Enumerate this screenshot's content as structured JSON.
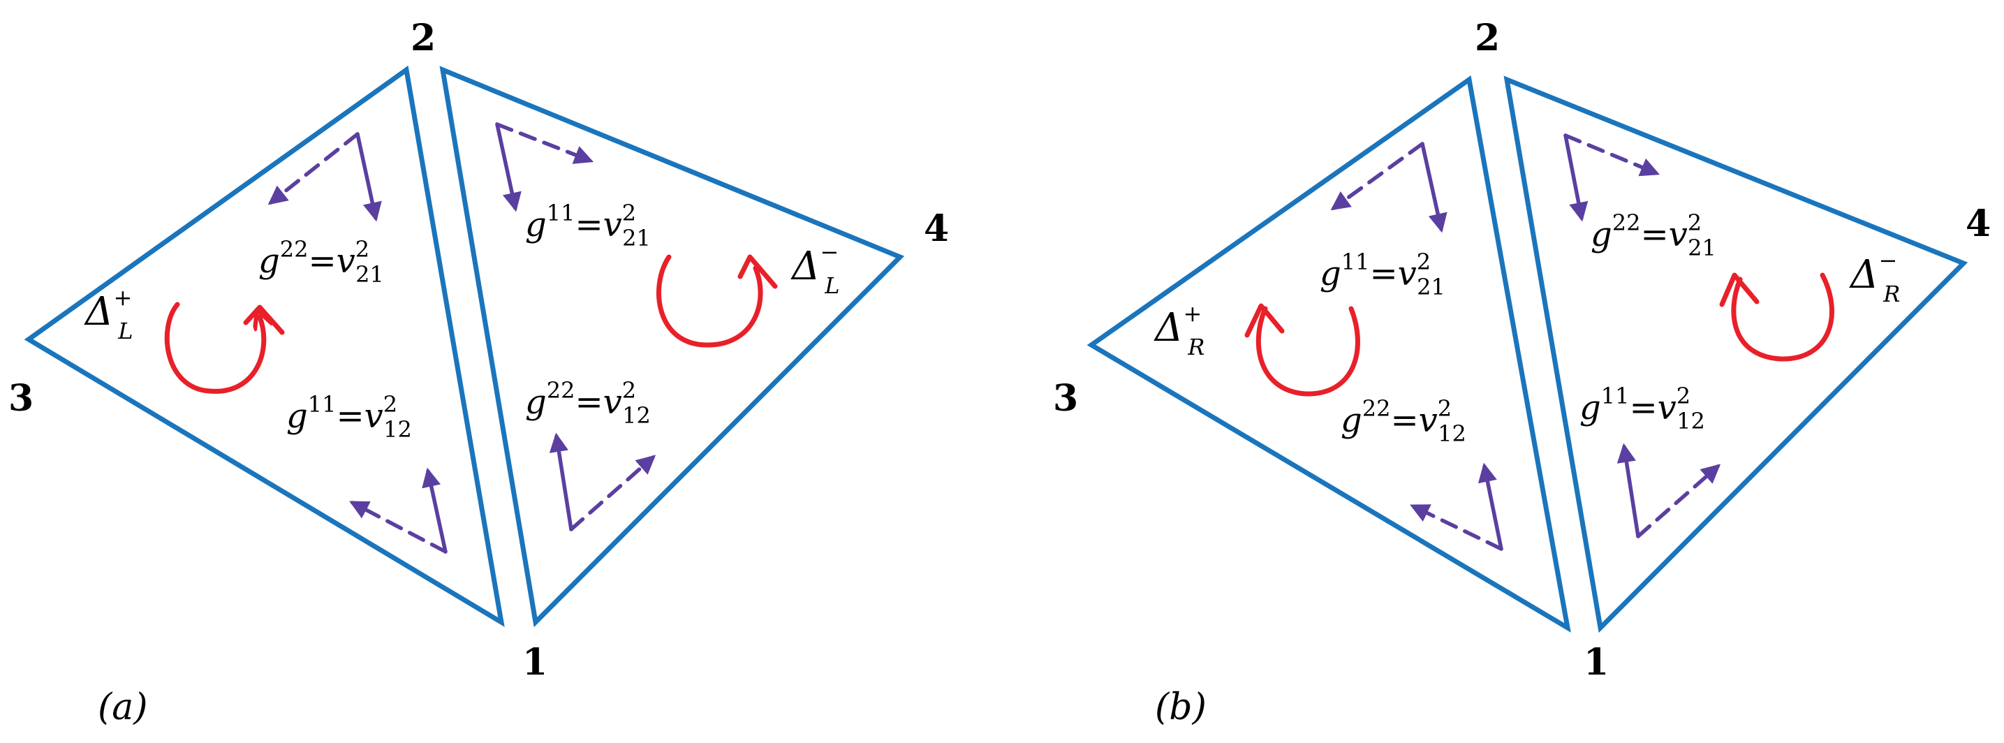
{
  "colors": {
    "triangle_edge": "#1a75bc",
    "arrow": "#5b3fa0",
    "circulation": "#e8202a",
    "text": "#000000"
  },
  "panel_a": {
    "label": "(a)",
    "vertex_labels": {
      "v1": "1",
      "v2": "2",
      "v3": "3",
      "v4": "4"
    },
    "left_triangle": {
      "delta": {
        "symbol": "Δ",
        "sup": "+",
        "sub": "L"
      },
      "upper_metric": {
        "g": "g",
        "g_sup": "22",
        "eq": "=",
        "v": "v",
        "v_sup": "2",
        "v_sub": "21"
      },
      "lower_metric": {
        "g": "g",
        "g_sup": "11",
        "eq": "=",
        "v": "v",
        "v_sup": "2",
        "v_sub": "12"
      }
    },
    "right_triangle": {
      "delta": {
        "symbol": "Δ",
        "sup": "−",
        "sub": "L"
      },
      "upper_metric": {
        "g": "g",
        "g_sup": "11",
        "eq": "=",
        "v": "v",
        "v_sup": "2",
        "v_sub": "21"
      },
      "lower_metric": {
        "g": "g",
        "g_sup": "22",
        "eq": "=",
        "v": "v",
        "v_sup": "2",
        "v_sub": "12"
      }
    }
  },
  "panel_b": {
    "label": "(b)",
    "vertex_labels": {
      "v1": "1",
      "v2": "2",
      "v3": "3",
      "v4": "4"
    },
    "left_triangle": {
      "delta": {
        "symbol": "Δ",
        "sup": "+",
        "sub": "R"
      },
      "upper_metric": {
        "g": "g",
        "g_sup": "11",
        "eq": "=",
        "v": "v",
        "v_sup": "2",
        "v_sub": "21"
      },
      "lower_metric": {
        "g": "g",
        "g_sup": "22",
        "eq": "=",
        "v": "v",
        "v_sup": "2",
        "v_sub": "12"
      }
    },
    "right_triangle": {
      "delta": {
        "symbol": "Δ",
        "sup": "−",
        "sub": "R"
      },
      "upper_metric": {
        "g": "g",
        "g_sup": "22",
        "eq": "=",
        "v": "v",
        "v_sup": "2",
        "v_sub": "21"
      },
      "lower_metric": {
        "g": "g",
        "g_sup": "11",
        "eq": "=",
        "v": "v",
        "v_sup": "2",
        "v_sub": "12"
      }
    }
  }
}
